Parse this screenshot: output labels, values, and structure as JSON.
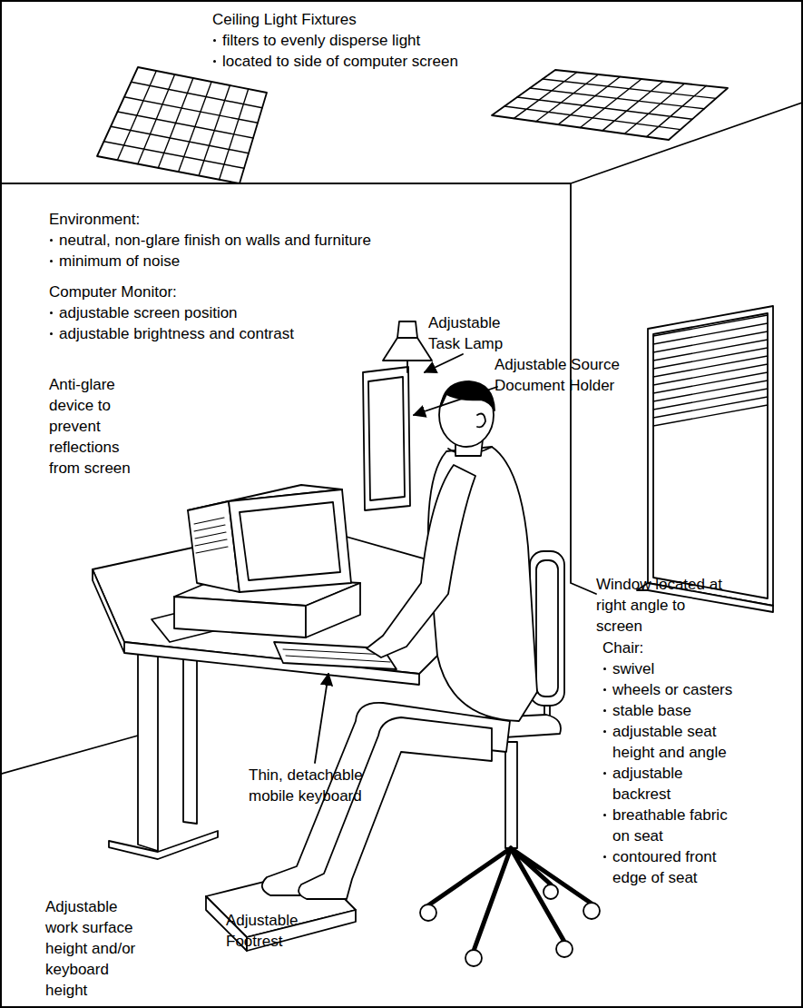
{
  "diagram": {
    "labels": [
      "Ceiling Light Fixtures",
      "filters to evenly disperse light",
      "located to side of computer screen",
      "Environment:",
      "neutral, non-glare finish on walls and furniture",
      "minimum of noise",
      "Computer Monitor:",
      "adjustable screen position",
      "adjustable brightness and contrast",
      "Adjustable Task Lamp",
      "Adjustable Source Document Holder",
      "Anti-glare device to prevent reflections from screen",
      "Window located at right angle to screen",
      "Chair:",
      "swivel",
      "wheels or casters",
      "stable base",
      "adjustable seat height and angle",
      "adjustable backrest",
      "breathable fabric on seat",
      "contoured front edge of seat",
      "Thin, detachable mobile keyboard",
      "Adjustable work surface height and/or keyboard height",
      "Adjustable Footrest"
    ]
  }
}
